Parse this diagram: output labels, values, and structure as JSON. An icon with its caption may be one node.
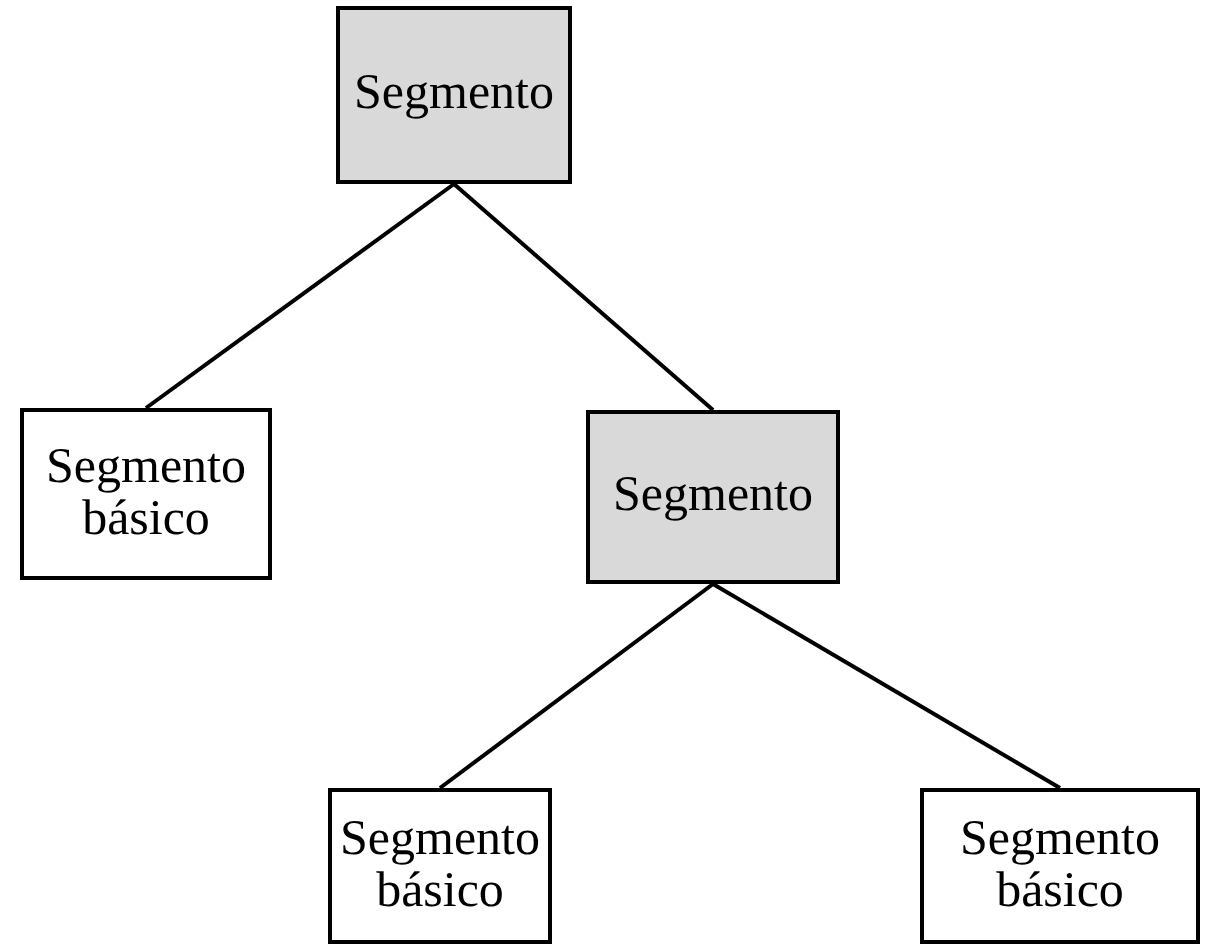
{
  "diagram": {
    "nodes": [
      {
        "text": [
          "Segmento"
        ]
      },
      {
        "text": [
          "Segmento básico"
        ]
      },
      {
        "text": [
          "Segmento"
        ]
      },
      {
        "text": [
          "Segmento básico"
        ]
      },
      {
        "text": [
          "Segmento básico"
        ]
      }
    ],
    "edges": [
      {
        "from": 0,
        "to": 1,
        "arrow": "none"
      },
      {
        "from": 0,
        "to": 2,
        "arrow": "none"
      },
      {
        "from": 2,
        "to": 3,
        "arrow": "none"
      },
      {
        "from": 2,
        "to": 4,
        "arrow": "none"
      }
    ]
  }
}
